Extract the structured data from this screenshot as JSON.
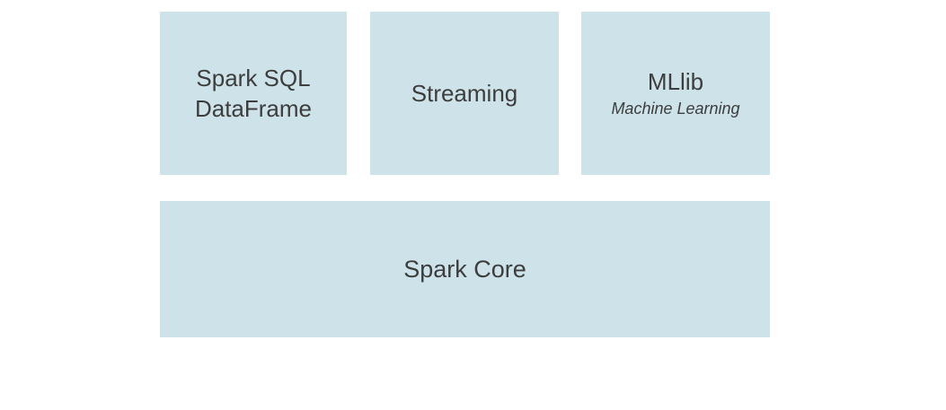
{
  "diagram": {
    "boxes": {
      "spark_sql": {
        "line1": "Spark SQL",
        "line2": "DataFrame"
      },
      "streaming": {
        "label": "Streaming"
      },
      "mllib": {
        "label": "MLlib",
        "subtitle": "Machine Learning"
      },
      "spark_core": {
        "label": "Spark Core"
      }
    },
    "colors": {
      "box_fill": "#cde3e9",
      "text": "#3d3d3d",
      "background": "#ffffff"
    }
  }
}
